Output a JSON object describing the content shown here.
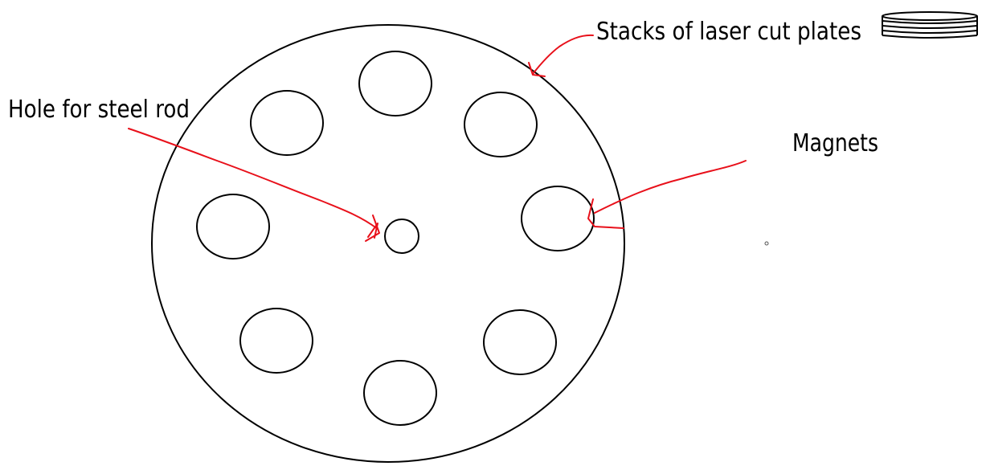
{
  "labels": {
    "stacks": "Stacks of laser cut plates",
    "hole": "Hole for steel rod",
    "magnets": "Magnets"
  },
  "colors": {
    "outline": "#000000",
    "annotation": "#e8101a",
    "background": "#ffffff"
  },
  "parts": {
    "magnet_count": 8
  }
}
